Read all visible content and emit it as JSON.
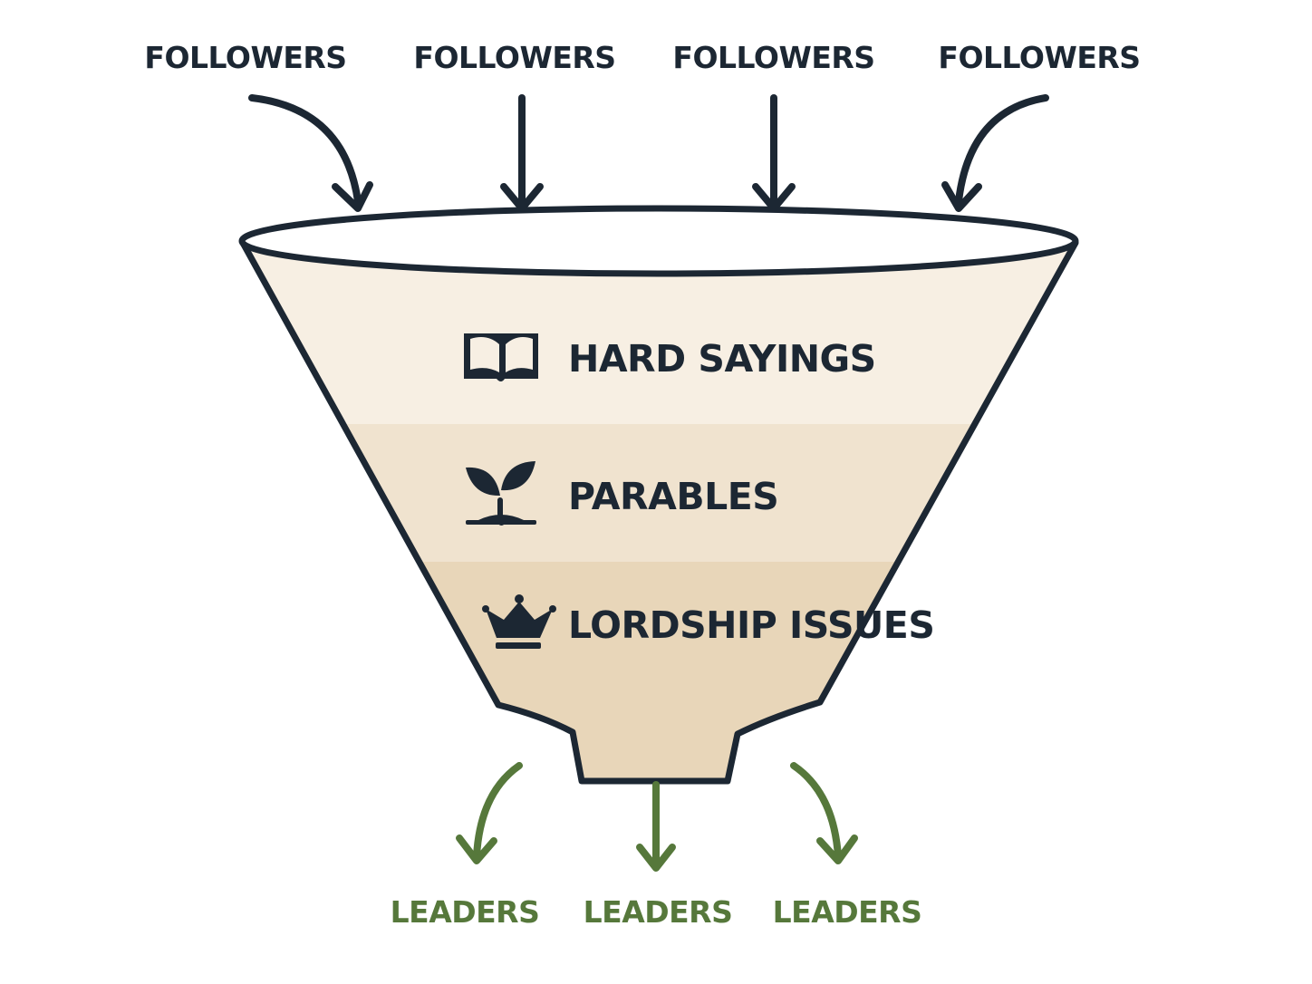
{
  "colors": {
    "outline": "#1c2733",
    "input_arrow": "#1c2733",
    "output_arrow": "#56783b",
    "layer_1": "#f7efe3",
    "layer_2": "#f0e3cf",
    "layer_3": "#e8d6b9",
    "rim_fill": "#ffffff"
  },
  "inputs": [
    {
      "label": "FOLLOWERS"
    },
    {
      "label": "FOLLOWERS"
    },
    {
      "label": "FOLLOWERS"
    },
    {
      "label": "FOLLOWERS"
    }
  ],
  "layers": [
    {
      "label": "HARD SAYINGS",
      "icon": "open-book-icon"
    },
    {
      "label": "PARABLES",
      "icon": "sprout-icon"
    },
    {
      "label": "LORDSHIP ISSUES",
      "icon": "crown-icon"
    }
  ],
  "outputs": [
    {
      "label": "LEADERS"
    },
    {
      "label": "LEADERS"
    },
    {
      "label": "LEADERS"
    }
  ]
}
